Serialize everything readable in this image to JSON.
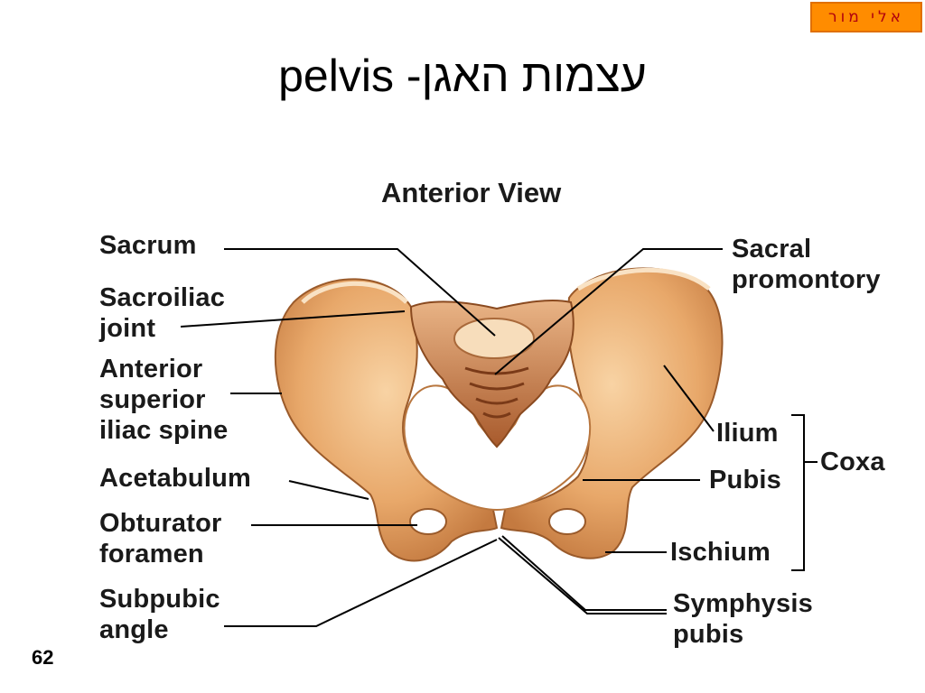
{
  "badge": {
    "text": "אלי מור"
  },
  "title": {
    "hebrew": "עצמות האגן-",
    "english": "pelvis"
  },
  "page_number": "62",
  "diagram": {
    "view_title": "Anterior View",
    "labels": {
      "sacrum": "Sacrum",
      "sacroiliac_joint": "Sacroiliac\njoint",
      "asis": "Anterior\nsuperior\niliac spine",
      "acetabulum": "Acetabulum",
      "obturator_foramen": "Obturator\nforamen",
      "subpubic_angle": "Subpubic\nangle",
      "sacral_promontory": "Sacral\npromontory",
      "ilium": "Ilium",
      "pubis": "Pubis",
      "ischium": "Ischium",
      "coxa": "Coxa",
      "symphysis_pubis": "Symphysis\npubis"
    },
    "colors": {
      "bone": "#E8A86A",
      "bone_light": "#F6D0A2",
      "bone_dark": "#B86A36",
      "leader": "#000000"
    }
  }
}
